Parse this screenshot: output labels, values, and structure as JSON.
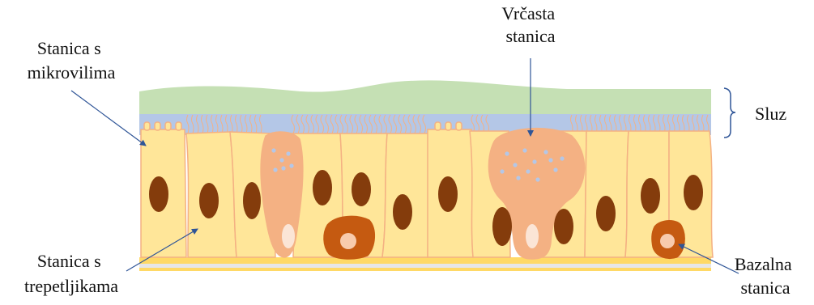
{
  "labels": {
    "microvilli_cell": [
      "Stanica s",
      "mikrovilima"
    ],
    "goblet_cell": [
      "Vrčasta",
      "stanica"
    ],
    "mucus": "Sluz",
    "ciliated_cell": [
      "Stanica s",
      "trepetljikama"
    ],
    "basal_cell": [
      "Bazalna",
      "stanica"
    ]
  },
  "colors": {
    "mucus_gel": "#c5e0b4",
    "periciliary": "#b4c7e7",
    "cell_fill": "#ffe699",
    "cell_outline": "#f4b183",
    "nucleus": "#843c0c",
    "goblet_fill": "#f4b183",
    "basal_fill": "#c55a11",
    "basal_nucleus": "#f8cbad",
    "membrane": "#ffd966",
    "arrow": "#2f5597"
  }
}
